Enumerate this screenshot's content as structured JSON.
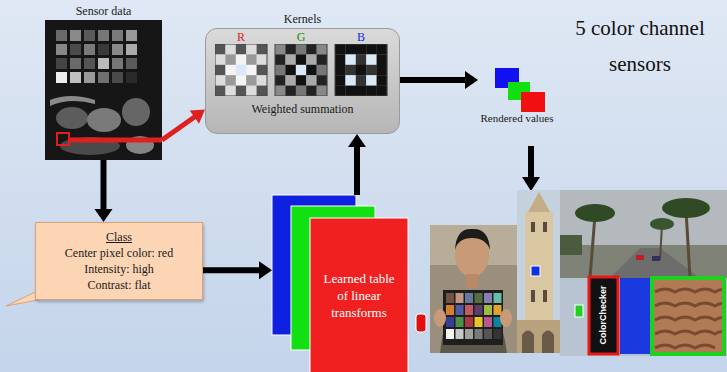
{
  "diagram": {
    "nodes": [
      {
        "text": [
          "Sensor data"
        ]
      },
      {
        "text": [
          "Kernels",
          "Weighted summation"
        ]
      },
      {
        "text": [
          "Rendered values"
        ]
      },
      {
        "text": [
          "Class",
          "Center pixel color: red",
          "Intensity: high",
          "Contrast: flat"
        ]
      },
      {
        "text": [
          "Learned table of linear transforms"
        ]
      }
    ],
    "edges": [
      {
        "from": 0,
        "to": 1,
        "arrow": "to"
      },
      {
        "from": 1,
        "to": 2,
        "arrow": "to"
      },
      {
        "from": 0,
        "to": 3,
        "arrow": "to"
      },
      {
        "from": 3,
        "to": 4,
        "arrow": "to"
      },
      {
        "from": 4,
        "to": 1,
        "arrow": "to"
      }
    ],
    "labels": [
      "R",
      "G",
      "B",
      "5 color channel sensors",
      "ColorChecker"
    ]
  }
}
